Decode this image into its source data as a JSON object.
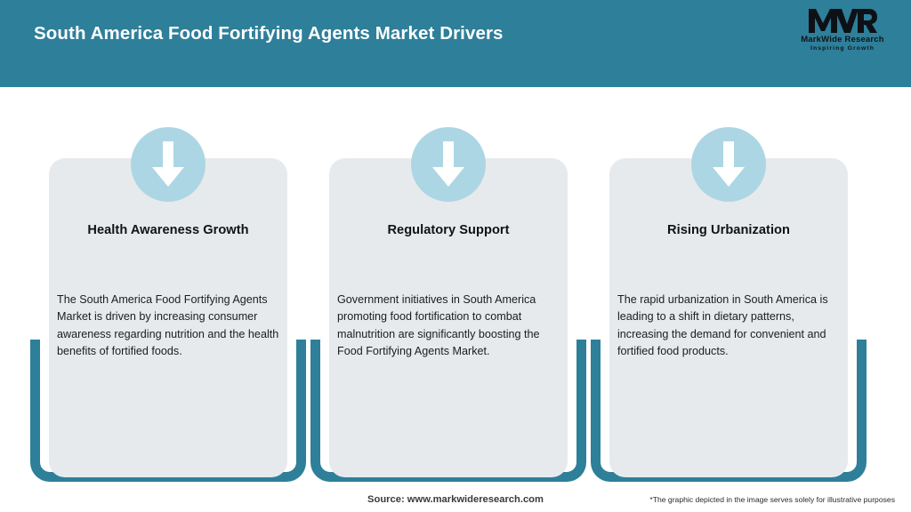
{
  "header": {
    "title": "South America Food Fortifying Agents Market Drivers",
    "background_color": "#2E7F99",
    "title_color": "#FFFFFF"
  },
  "logo": {
    "mark": "MWR",
    "name": "MarkWide Research",
    "tagline": "Inspiring Growth"
  },
  "theme": {
    "accent_teal": "#2E7F99",
    "card_background": "#E7EAEC",
    "icon_circle": "#ADD6E4",
    "icon_arrow": "#FFFFFF"
  },
  "cards": [
    {
      "icon": "arrow-down-icon",
      "title": "Health Awareness Growth",
      "body": "The South America Food Fortifying Agents Market is driven by increasing consumer awareness regarding nutrition and the health benefits of fortified foods."
    },
    {
      "icon": "arrow-down-icon",
      "title": "Regulatory Support",
      "body": "Government initiatives in South America promoting food fortification to combat malnutrition are significantly boosting the Food Fortifying Agents Market."
    },
    {
      "icon": "arrow-down-icon",
      "title": "Rising Urbanization",
      "body": "The rapid urbanization in South America is leading to a shift in dietary patterns, increasing the demand for convenient and fortified food products."
    }
  ],
  "footer": {
    "source": "Source: www.markwideresearch.com",
    "disclaimer": "*The graphic depicted in the image serves solely for illustrative purposes"
  }
}
